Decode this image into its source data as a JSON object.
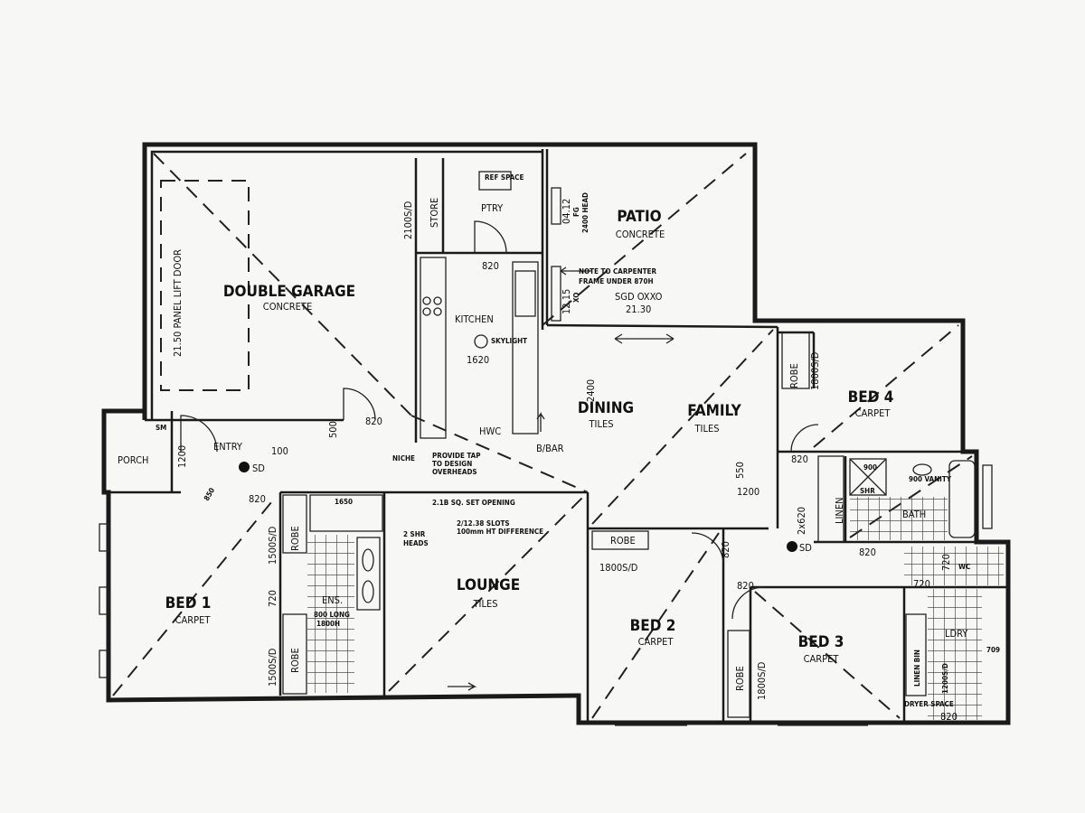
{
  "rooms": {
    "garage": {
      "name": "DOUBLE GARAGE",
      "finish": "CONCRETE",
      "door": "21.50 PANEL LIFT DOOR"
    },
    "patio": {
      "name": "PATIO",
      "finish": "CONCRETE"
    },
    "store": "STORE",
    "pantry": "PTRY",
    "ref_space": "REF SPACE",
    "kitchen": "KITCHEN",
    "dining": {
      "name": "DINING",
      "finish": "TILES"
    },
    "family": {
      "name": "FAMILY",
      "finish": "TILES"
    },
    "bed4": {
      "name": "BED 4",
      "finish": "CARPET"
    },
    "porch": "PORCH",
    "entry": "ENTRY",
    "bed1": {
      "name": "BED 1",
      "finish": "CARPET"
    },
    "ens": "ENS.",
    "lounge": {
      "name": "LOUNGE",
      "finish": "TILES"
    },
    "bed2": {
      "name": "BED 2",
      "finish": "CARPET"
    },
    "bed3": {
      "name": "BED 3",
      "finish": "CARPET"
    },
    "bath": "BATH",
    "linen": "LINEN",
    "ldry": "LDRY",
    "wc": "WC",
    "linen_bin": "LINEN BIN",
    "dryer": "DRYER SPACE",
    "shr": "SHR",
    "robe": "ROBE"
  },
  "dimensions": {
    "d2100sd": "2100S/D",
    "d820": "820",
    "d1620": "1620",
    "w0412": "04.12",
    "fg": "FG",
    "head": "2400 HEAD",
    "w1215": "12.15",
    "xo": "XO",
    "sgd": "SGD OXXO",
    "sgd_size": "21.30",
    "d2400": "2400",
    "d500": "500",
    "d1200": "1200",
    "d100": "100",
    "d850": "850",
    "d1500sd": "1500S/D",
    "d720": "720",
    "d1650": "1650",
    "d1800sd": "1800S/D",
    "d550": "550",
    "d2x620": "2x620",
    "d1200sd": "1200S/D",
    "d900vanity": "900 VANITY",
    "d900": "900",
    "d709": "709"
  },
  "notes": {
    "carpenter1": "NOTE TO CARPENTER",
    "carpenter2": "FRAME UNDER 870H",
    "skylight": "SKYLIGHT",
    "bbar": "B/BAR",
    "hwc": "HWC",
    "tap1": "PROVIDE TAP",
    "tap2": "TO DESIGN",
    "tap3": "OVERHEADS",
    "niche": "NICHE",
    "sq_open": "2.1B SQ. SET OPENING",
    "slots": "2/12.38 SLOTS",
    "ht_diff": "100mm HT DIFFERENCE",
    "shr_heads1": "2 SHR",
    "shr_heads2": "HEADS",
    "ens_note1": "800 LONG",
    "ens_note2": "1800H",
    "sd": "SD",
    "sm": "SM"
  }
}
